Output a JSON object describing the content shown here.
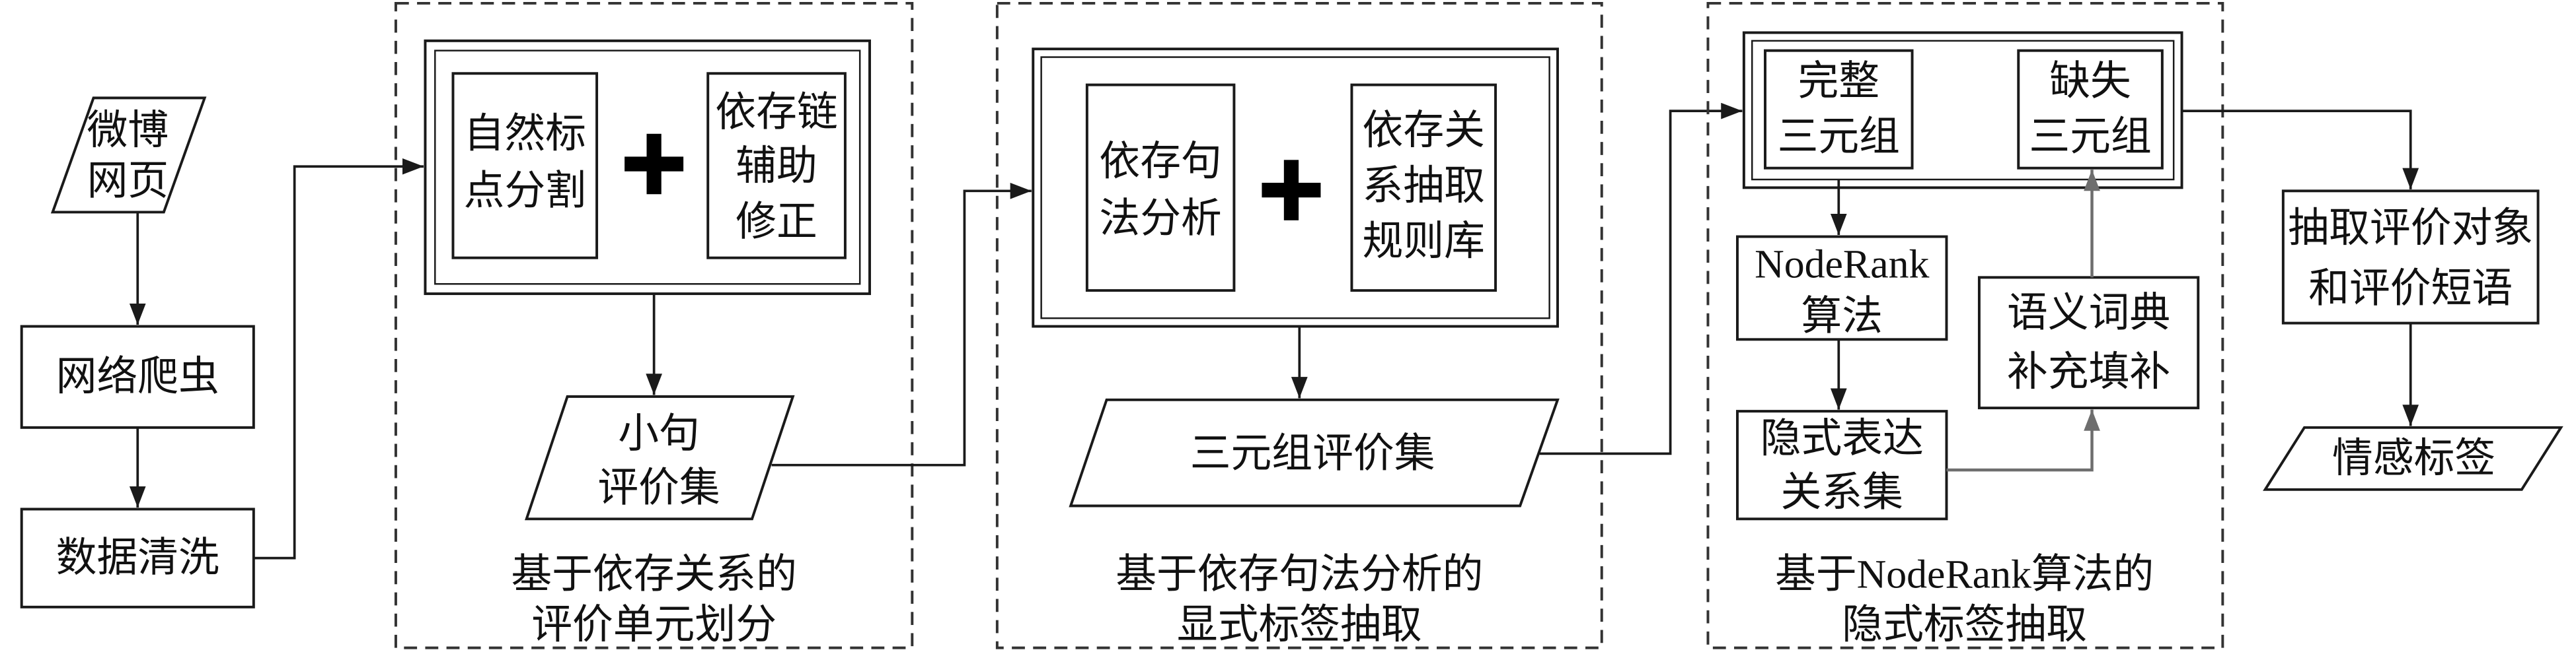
{
  "nodes": {
    "weibo": [
      "微博",
      "网页"
    ],
    "crawler": "网络爬虫",
    "cleaning": "数据清洗",
    "punct_split": [
      "自然标",
      "点分割"
    ],
    "dep_chain": [
      "依存链",
      "辅助",
      "修正"
    ],
    "clause_set": [
      "小句",
      "评价集"
    ],
    "dep_parse": [
      "依存句",
      "法分析"
    ],
    "dep_rules": [
      "依存关",
      "系抽取",
      "规则库"
    ],
    "triple_set": "三元组评价集",
    "complete_triple": [
      "完整",
      "三元组"
    ],
    "missing_triple": [
      "缺失",
      "三元组"
    ],
    "noderank": [
      "NodeRank",
      "算法"
    ],
    "implicit_relations": [
      "隐式表达",
      "关系集"
    ],
    "lexicon": [
      "语义词典",
      "补充填补"
    ],
    "extract": [
      "抽取评价对象",
      "和评价短语"
    ],
    "sentiment": "情感标签"
  },
  "sections": [
    {
      "caption": [
        "基于依存关系的",
        "评价单元划分"
      ]
    },
    {
      "caption": [
        "基于依存句法分析的",
        "显式标签抽取"
      ]
    },
    {
      "caption": [
        "基于NodeRank算法的",
        "隐式标签抽取"
      ]
    }
  ]
}
